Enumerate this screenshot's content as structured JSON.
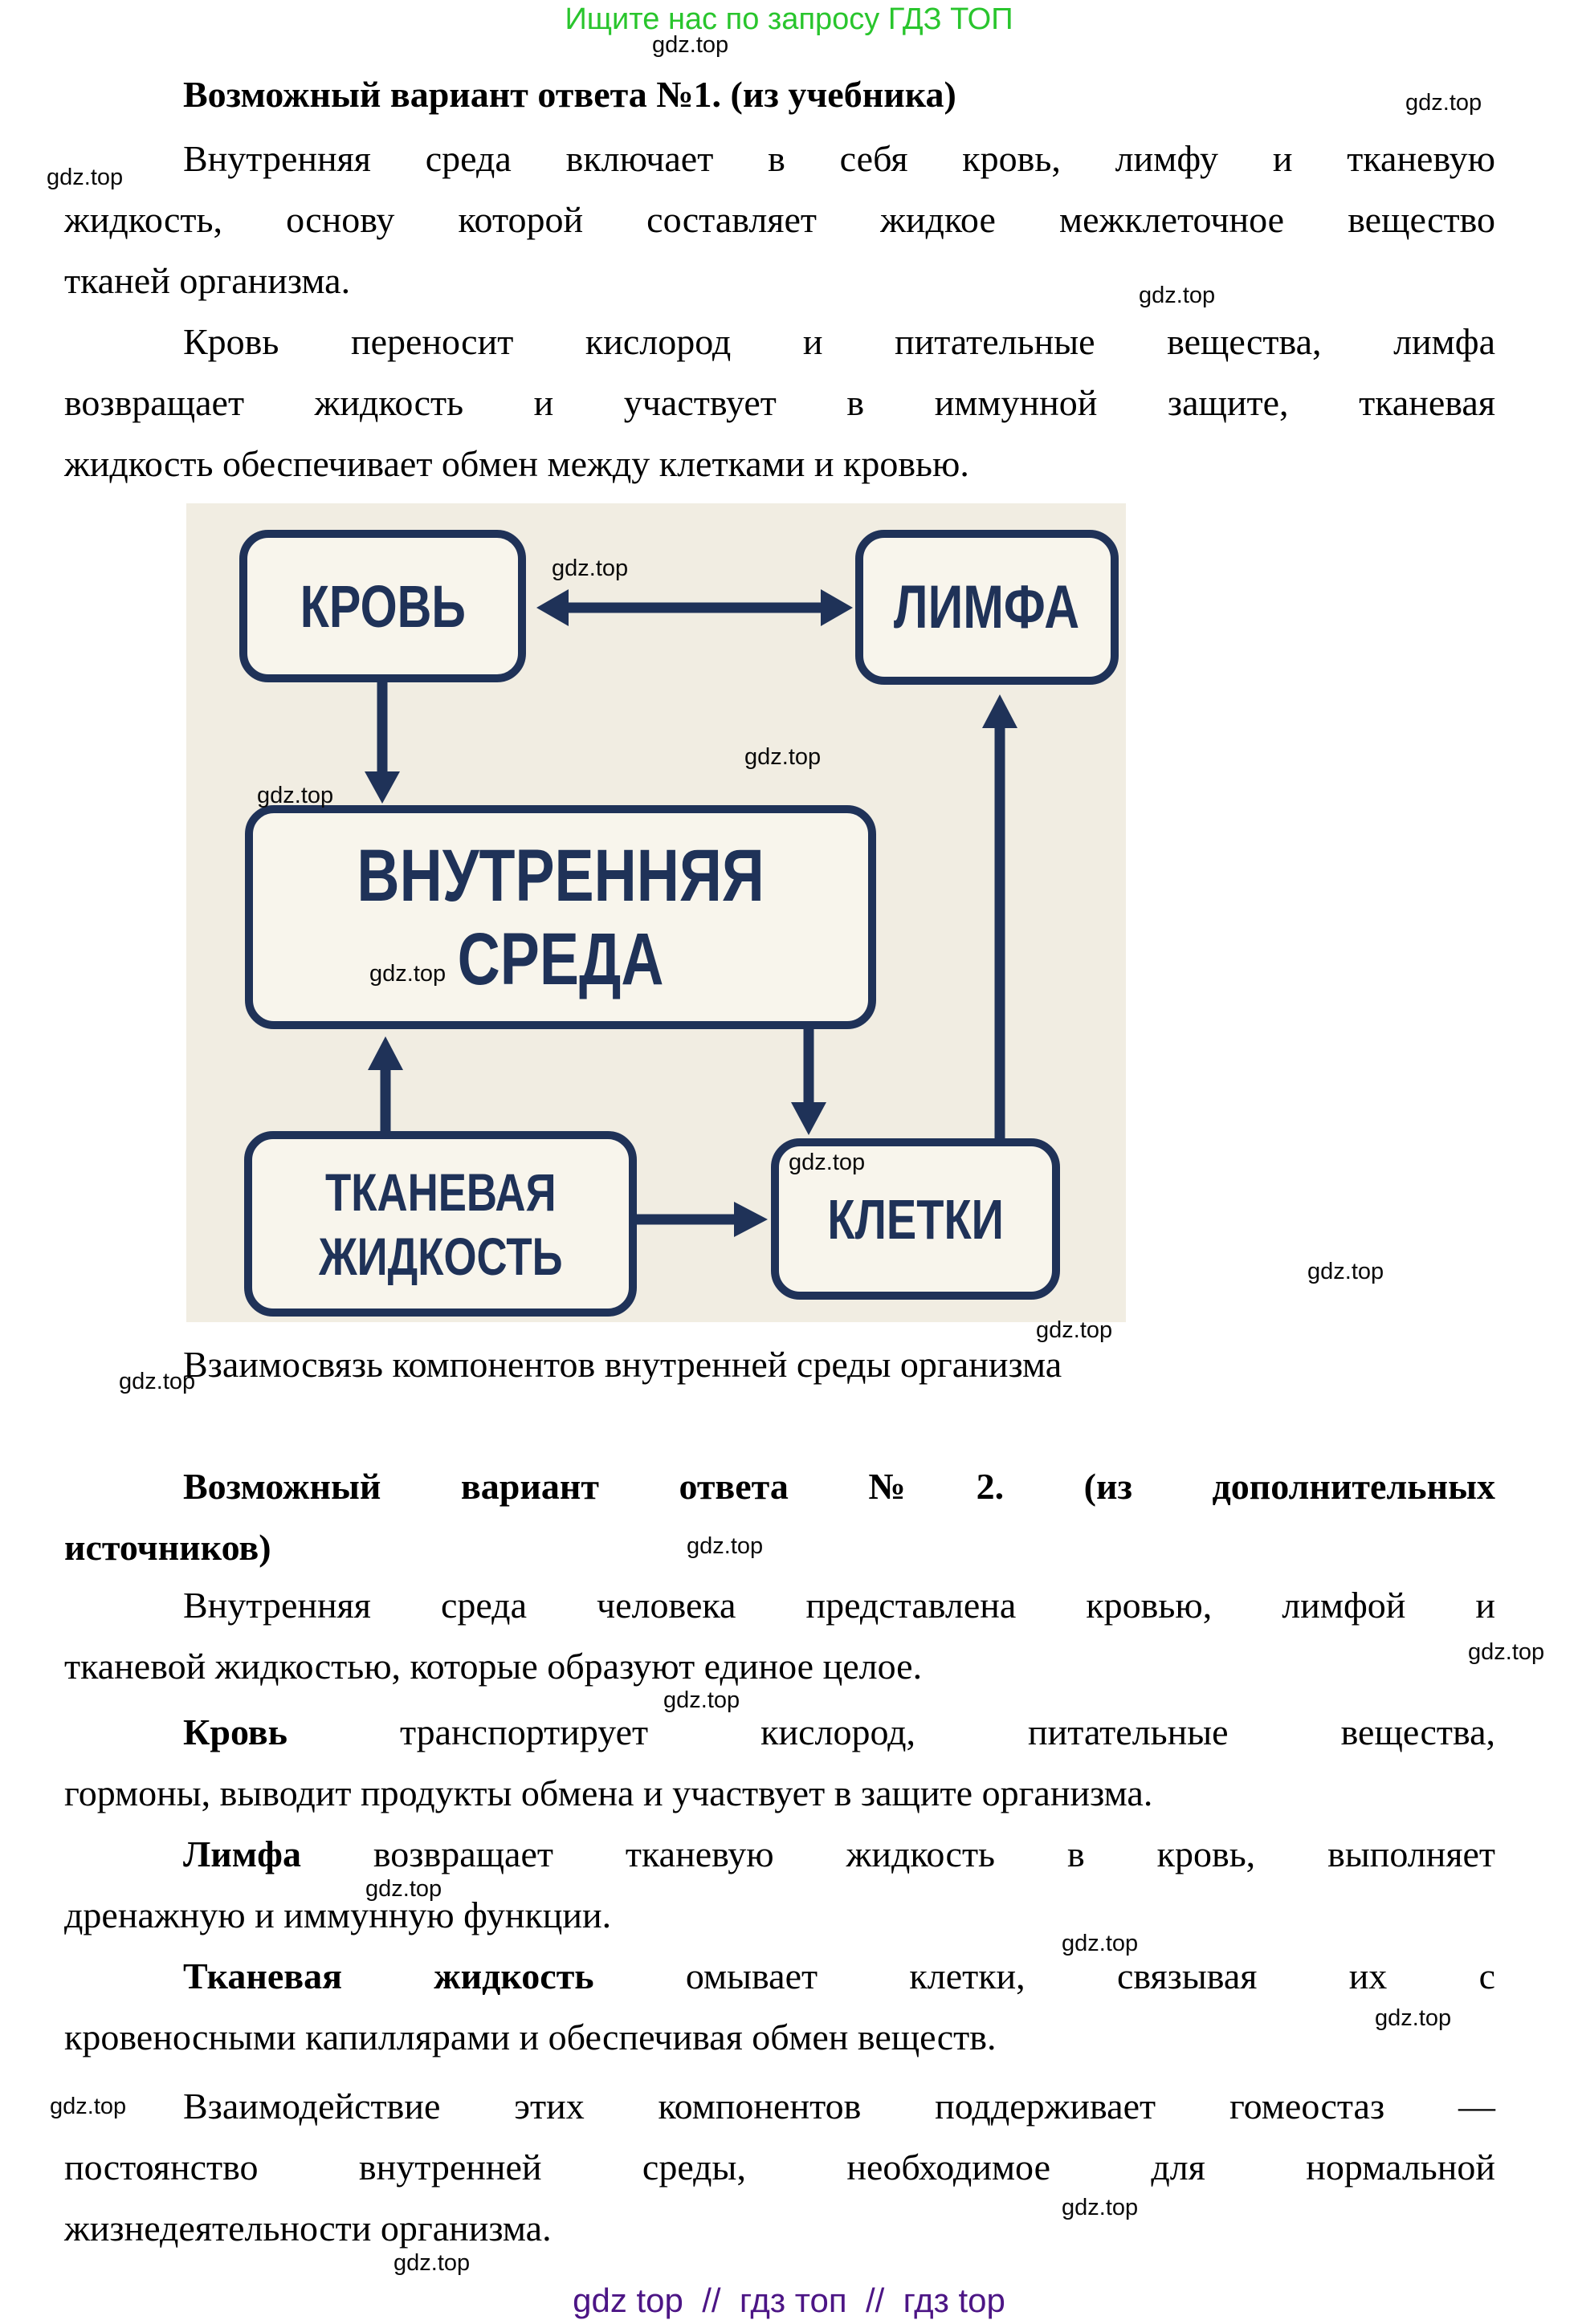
{
  "page": {
    "promo_banner": "Ищите нас по запросу ГДЗ ТОП",
    "watermark": "gdz.top",
    "footer": "gdz top  //  гдз топ  //  гдз top"
  },
  "theme": {
    "green": "#29c52d",
    "purple": "#4c1585",
    "navy": "#1f3258",
    "beige": "#f1ede2",
    "boxfill": "#f8f5ec",
    "wmink": "#0a0a0a"
  },
  "content": {
    "blocks": [
      {
        "id": "title1",
        "bold": true,
        "lines": [
          {
            "text": "Возможный вариант ответа №1. (из учебника)",
            "indent": true,
            "last": true
          }
        ]
      },
      {
        "id": "p1",
        "lines": [
          {
            "text": "Внутренняя среда включает в себя кровь, лимфу и тканевую",
            "indent": true
          },
          {
            "text": "жидкость, основу которой составляет жидкое межклеточное вещество"
          },
          {
            "text": "тканей организма.",
            "last": true
          }
        ]
      },
      {
        "id": "p2",
        "lines": [
          {
            "text": "Кровь переносит кислород и питательные вещества, лимфа",
            "indent": true
          },
          {
            "text": "возвращает жидкость и участвует в иммунной защите, тканевая"
          },
          {
            "text": "жидкость обеспечивает обмен между клетками и кровью.",
            "last": true
          }
        ]
      },
      {
        "id": "caption",
        "lines": [
          {
            "text": "Взаимосвязь компонентов внутренней среды организма",
            "indent": true,
            "last": true
          }
        ]
      },
      {
        "id": "title2",
        "bold": true,
        "lines": [
          {
            "text": "Возможный вариант ответа №2. (из дополнительных",
            "indent": true
          },
          {
            "text": "источников)",
            "last": true
          }
        ]
      },
      {
        "id": "p3",
        "lines": [
          {
            "text": "Внутренняя среда человека представлена кровью, лимфой и",
            "indent": true
          },
          {
            "text": "тканевой жидкостью, которые образуют единое целое.",
            "last": true
          }
        ]
      },
      {
        "id": "p4",
        "lines": [
          {
            "lead": "Кровь",
            "text": "транспортирует кислород, питательные вещества,",
            "indent": true
          },
          {
            "text": "гормоны, выводит продукты обмена и участвует в защите организма.",
            "last": true
          }
        ]
      },
      {
        "id": "p5",
        "lines": [
          {
            "lead": "Лимфа",
            "text": "возвращает тканевую жидкость в кровь, выполняет",
            "indent": true
          },
          {
            "text": "дренажную и иммунную функции.",
            "last": true
          }
        ]
      },
      {
        "id": "p6",
        "lines": [
          {
            "lead": "Тканевая жидкость",
            "text": "омывает клетки, связывая их с",
            "indent": true
          },
          {
            "text": "кровеносными капиллярами и обеспечивая обмен веществ.",
            "last": true
          }
        ]
      },
      {
        "id": "p7",
        "lines": [
          {
            "text": "Взаимодействие этих компонентов поддерживает гомеостаз —",
            "indent": true
          },
          {
            "text": "постоянство внутренней среды, необходимое для нормальной"
          },
          {
            "text": "жизнедеятельности организма.",
            "last": true
          }
        ]
      }
    ]
  },
  "diagram": {
    "nodes": {
      "blood": "КРОВЬ",
      "lymph": "ЛИМФА",
      "internal_line1": "ВНУТРЕННЯЯ",
      "internal_line2": "СРЕДА",
      "tissue_line1": "ТКАНЕВАЯ",
      "tissue_line2": "ЖИДКОСТЬ",
      "cells": "КЛЕТКИ"
    }
  }
}
